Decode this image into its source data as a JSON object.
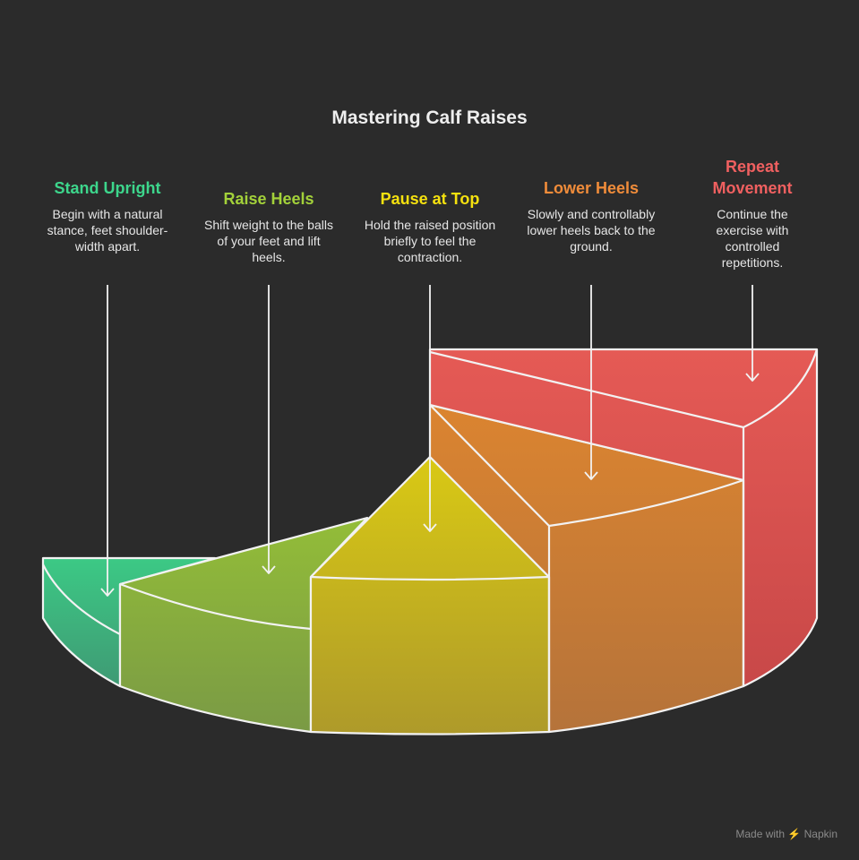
{
  "title": "Mastering Calf Raises",
  "steps": [
    {
      "title": "Stand Upright",
      "desc": "Begin with a natural stance, feet shoulder-width apart.",
      "color": "#3dd68c"
    },
    {
      "title": "Raise Heels",
      "desc": "Shift weight to the balls of your feet and lift heels.",
      "color": "#a3d13a"
    },
    {
      "title": "Pause at Top",
      "desc": "Hold the raised position briefly to feel the contraction.",
      "color": "#f5e10f"
    },
    {
      "title": "Lower Heels",
      "desc": "Slowly and controllably lower heels back to the ground.",
      "color": "#f08c3a"
    },
    {
      "title": "Repeat Movement",
      "desc": "Continue the exercise with controlled repetitions.",
      "color": "#f06060"
    }
  ],
  "footer": "Made with ⚡ Napkin"
}
